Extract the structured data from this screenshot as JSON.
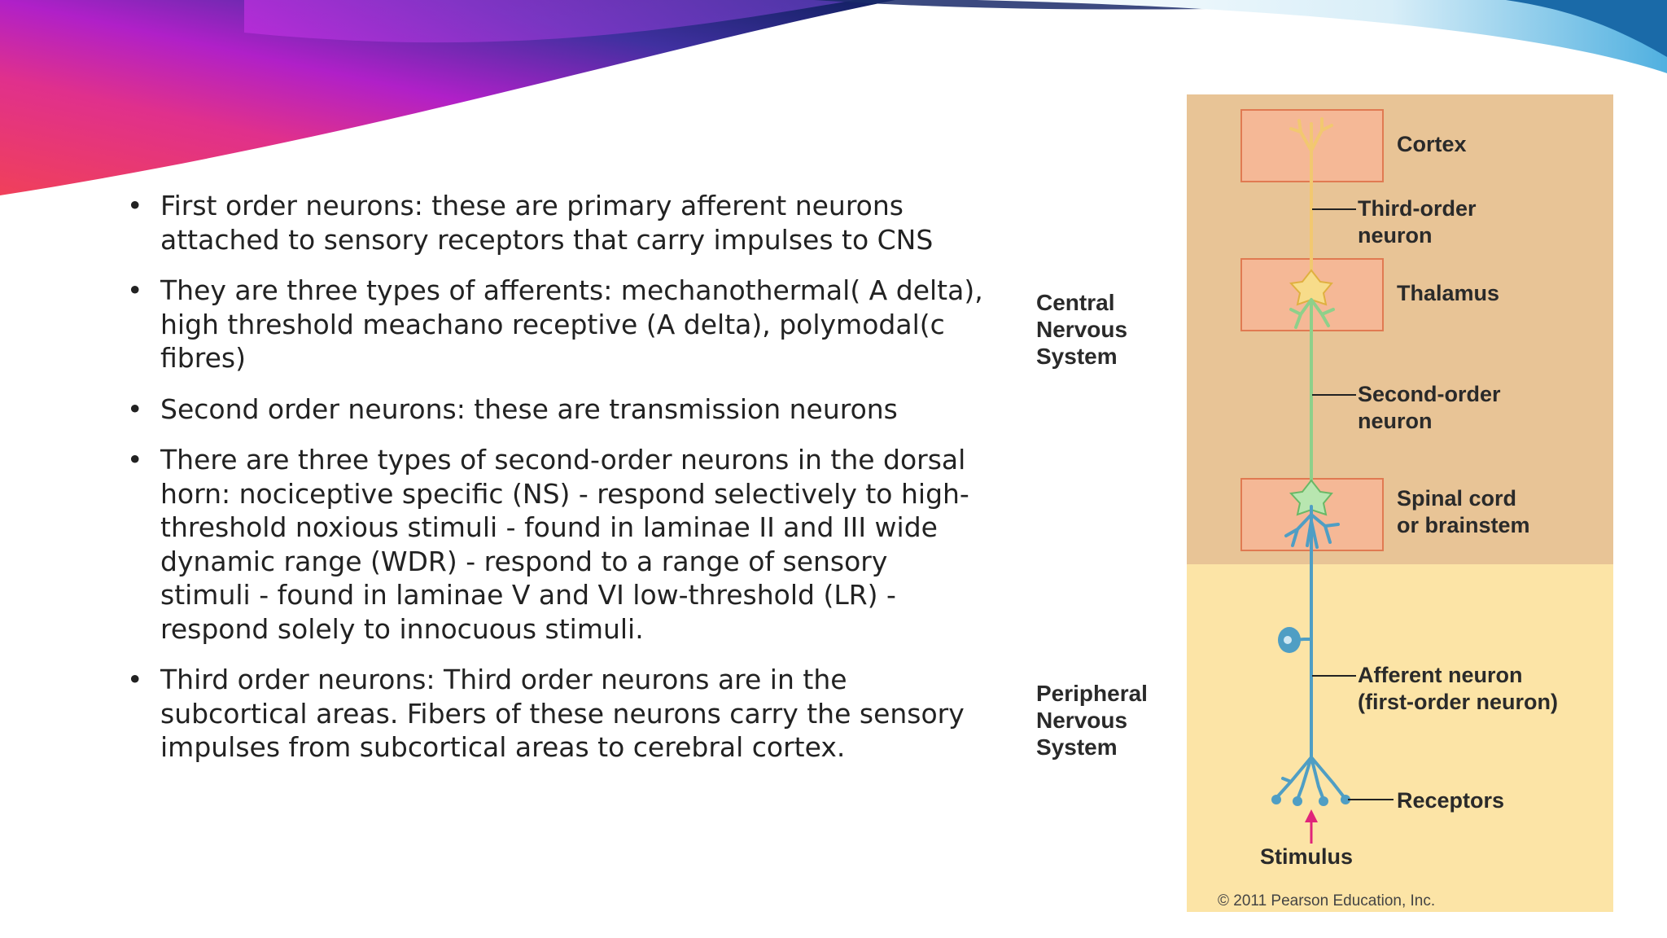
{
  "bullets": [
    "First order neurons: these are primary afferent neurons attached to sensory receptors that carry impulses to CNS",
    "They are three types of afferents: mechanothermal( A delta), high threshold meachano receptive (A delta), polymodal(c fibres)",
    "Second order neurons: these are transmission neurons",
    "There are three types of second-order neurons in the dorsal horn:  nociceptive specific (NS) - respond selectively to high-threshold noxious stimuli - found in laminae II and III  wide dynamic range (WDR) - respond to a range of sensory stimuli - found in laminae V and VI  low-threshold (LR) - respond solely to innocuous stimuli.",
    "Third order neurons: Third order neurons are in the subcortical areas. Fibers of these neurons carry the sensory impulses from subcortical areas to cerebral cortex."
  ],
  "figure": {
    "cns_label": [
      "Central",
      "Nervous",
      "System"
    ],
    "pns_label": [
      "Peripheral",
      "Nervous",
      "System"
    ],
    "cortex": "Cortex",
    "third_order": [
      "Third-order",
      "neuron"
    ],
    "thalamus": "Thalamus",
    "second_order": [
      "Second-order",
      "neuron"
    ],
    "spinal_cord": [
      "Spinal cord",
      "or brainstem"
    ],
    "afferent": [
      "Afferent neuron",
      "(first-order neuron)"
    ],
    "receptors": "Receptors",
    "stimulus": "Stimulus"
  },
  "copyright": "© 2011 Pearson Education, Inc.",
  "colors": {
    "cns_bg": "#e8c496",
    "pns_bg": "#fce4a6",
    "box_fill": "#f5b896",
    "box_stroke": "#e07a52",
    "third_neuron": "#f2c870",
    "second_neuron": "#8ed08a",
    "first_neuron": "#4f9ec4",
    "stimulus_arrow": "#e0247a"
  }
}
